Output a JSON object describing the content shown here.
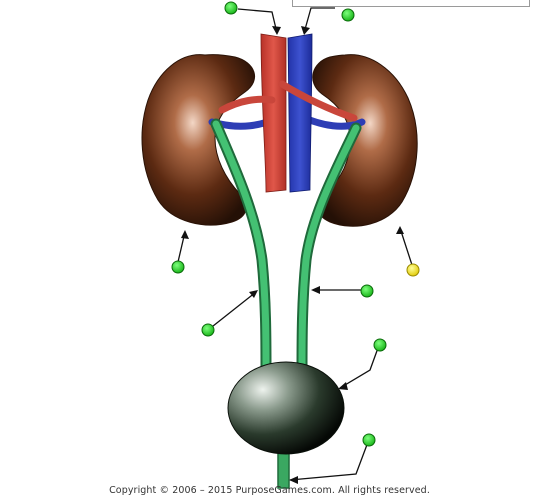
{
  "copyright": "Copyright © 2006 – 2015 PurposeGames.com.  All rights reserved.",
  "colors": {
    "marker_default": "#1fd01f",
    "marker_selected": "#f2e21a",
    "artery": "#d9493e",
    "vein": "#2f3fb8",
    "ureter": "#3aa861",
    "kidney": "#5a2a14",
    "bladder": "#1c2a1e"
  },
  "markers": [
    {
      "id": "vessel-left-top",
      "state": "default"
    },
    {
      "id": "vessel-right-top",
      "state": "default"
    },
    {
      "id": "kidney-left",
      "state": "default"
    },
    {
      "id": "kidney-right",
      "state": "selected"
    },
    {
      "id": "ureter-right",
      "state": "default"
    },
    {
      "id": "ureter-left",
      "state": "default"
    },
    {
      "id": "bladder",
      "state": "default"
    },
    {
      "id": "urethra",
      "state": "default"
    }
  ]
}
